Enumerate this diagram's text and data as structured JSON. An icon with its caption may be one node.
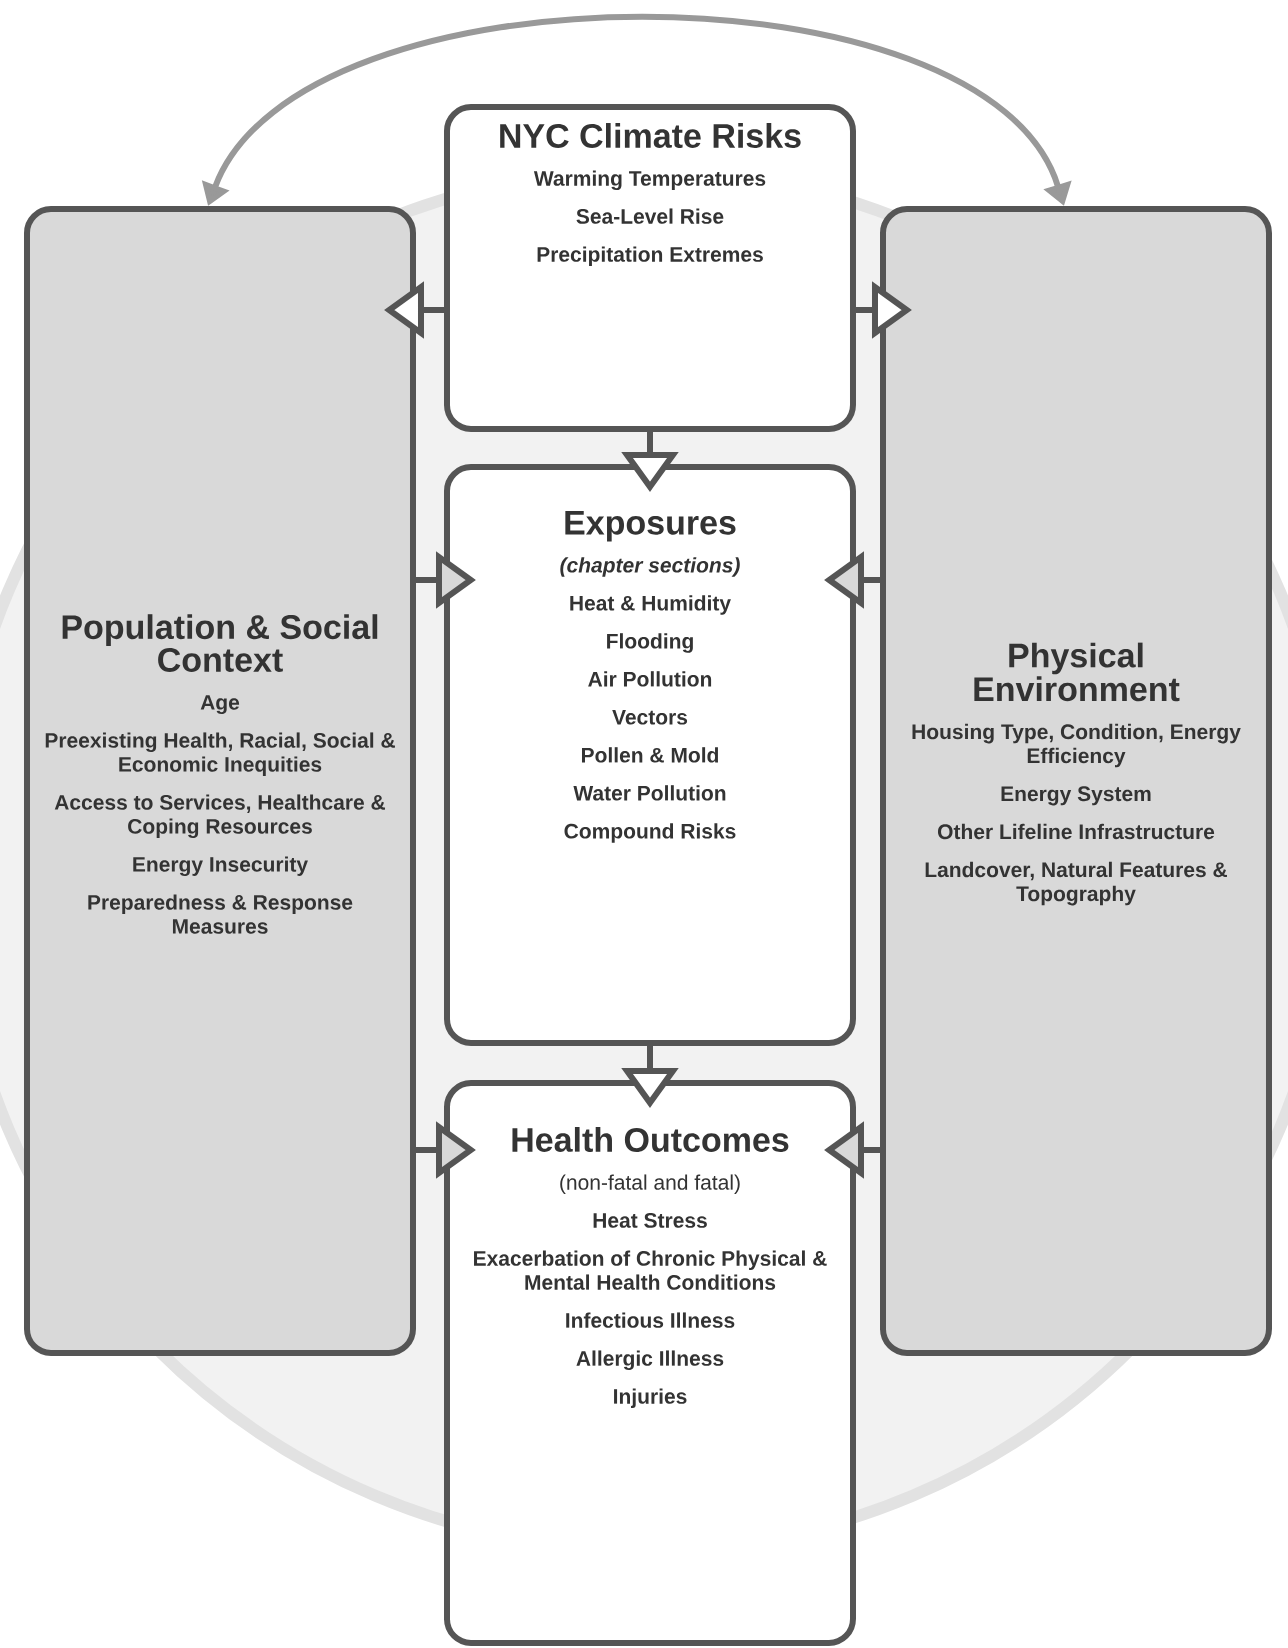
{
  "diagram": {
    "nodes": [
      {
        "text": [
          "NYC Climate Risks",
          "Warming Temperatures",
          "Sea-Level Rise",
          "Precipitation Extremes"
        ]
      },
      {
        "text": [
          "Population & Social Context",
          "Age",
          "Preexisting Health, Racial, Social & Economic Inequities",
          "Access to Services, Healthcare & Coping Resources",
          "Energy Insecurity",
          "Preparedness & Response Measures"
        ]
      },
      {
        "text": [
          "Exposures",
          "(chapter sections)",
          "Heat & Humidity",
          "Flooding",
          "Air Pollution",
          "Vectors",
          "Pollen & Mold",
          "Water Pollution",
          "Compound Risks"
        ]
      },
      {
        "text": [
          "Physical Environment",
          "Housing Type, Condition, Energy Efficiency",
          "Energy System",
          "Other Lifeline Infrastructure",
          "Landcover, Natural Features & Topography"
        ]
      },
      {
        "text": [
          "Health Outcomes",
          "(non-fatal and fatal)",
          "Heat Stress",
          "Exacerbation of Chronic Physical & Mental Health Conditions",
          "Infectious Illness",
          "Allergic Illness",
          "Injuries"
        ]
      }
    ],
    "edges": [
      {
        "from": 1,
        "to": 3,
        "arrow": "both",
        "color": "#999999"
      },
      {
        "from": 0,
        "to": 1,
        "arrow": "to"
      },
      {
        "from": 0,
        "to": 3,
        "arrow": "to"
      },
      {
        "from": 0,
        "to": 2,
        "arrow": "to"
      },
      {
        "from": 1,
        "to": 2,
        "arrow": "to"
      },
      {
        "from": 3,
        "to": 2,
        "arrow": "to"
      },
      {
        "from": 1,
        "to": 4,
        "arrow": "to"
      },
      {
        "from": 3,
        "to": 4,
        "arrow": "to"
      },
      {
        "from": 2,
        "to": 4,
        "arrow": "to"
      }
    ]
  }
}
